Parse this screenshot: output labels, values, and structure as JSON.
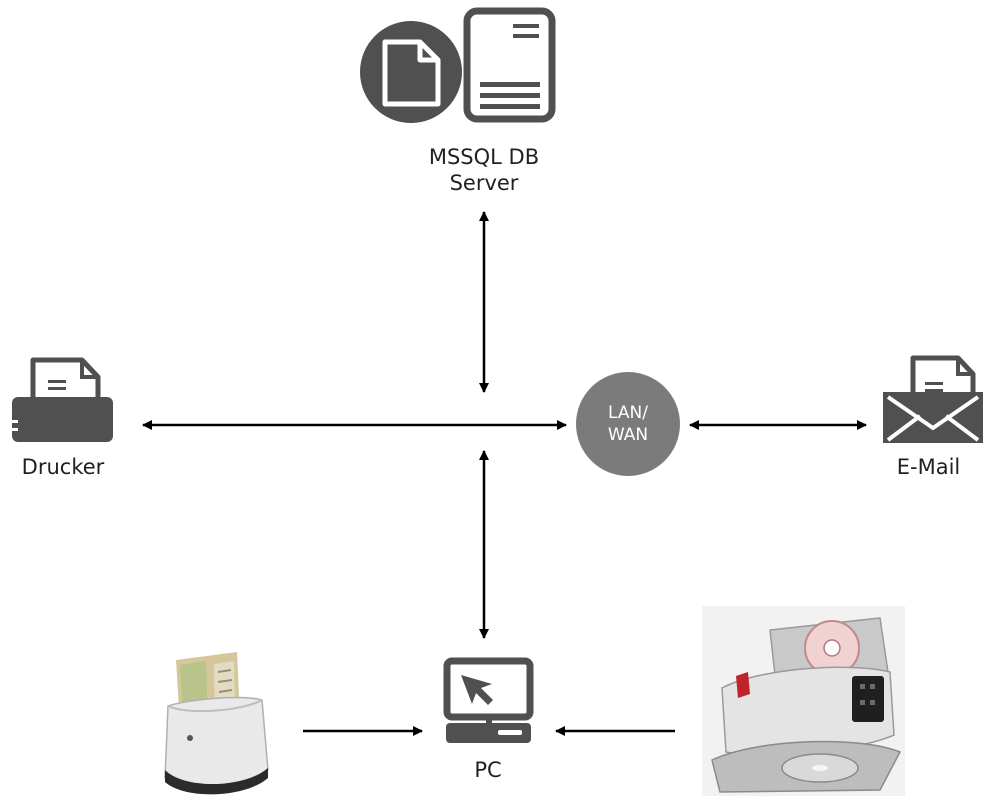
{
  "nodes": {
    "server": {
      "line1": "MSSQL DB",
      "line2": "Server"
    },
    "printer": {
      "label": "Drucker"
    },
    "email": {
      "label": "E-Mail"
    },
    "pc": {
      "label": "PC"
    },
    "hub": {
      "line1": "LAN/",
      "line2": "WAN"
    }
  },
  "colors": {
    "icon": "#505050",
    "hub": "#7b7b7b",
    "arrow": "#000000",
    "text": "#231f20"
  },
  "icons": {
    "server": "database-server-icon",
    "printer": "printer-icon",
    "email": "envelope-icon",
    "pc": "computer-monitor-icon",
    "card_reader": "card-reader-device-image",
    "scanner": "document-scanner-device-image"
  }
}
